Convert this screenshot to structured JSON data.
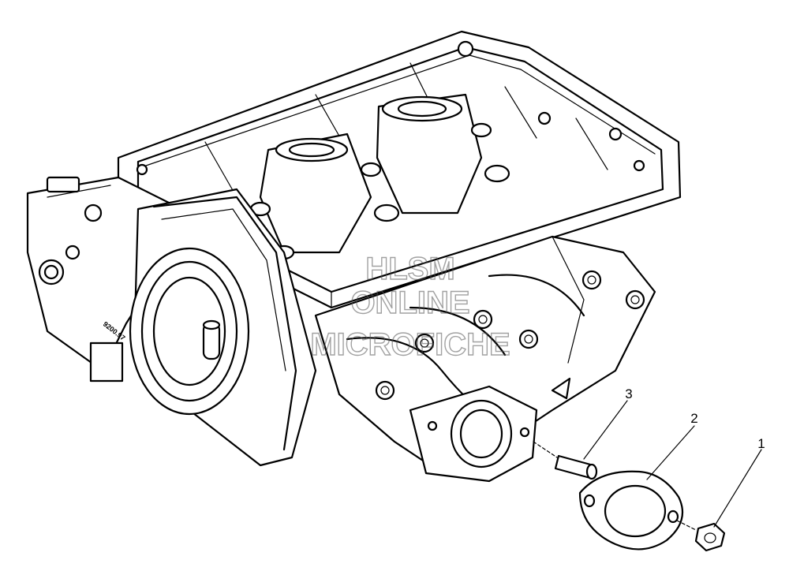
{
  "diagram": {
    "watermark": {
      "line1": "HLSM",
      "line2": "ONLINE",
      "line3": "MICROFICHE"
    },
    "casting_code": "9200.97",
    "callouts": [
      {
        "label": "1",
        "part": "nut"
      },
      {
        "label": "2",
        "part": "gasket"
      },
      {
        "label": "3",
        "part": "dowel-pin"
      }
    ],
    "colors": {
      "line": "#000000",
      "background": "#ffffff",
      "watermark": "#555555"
    }
  }
}
